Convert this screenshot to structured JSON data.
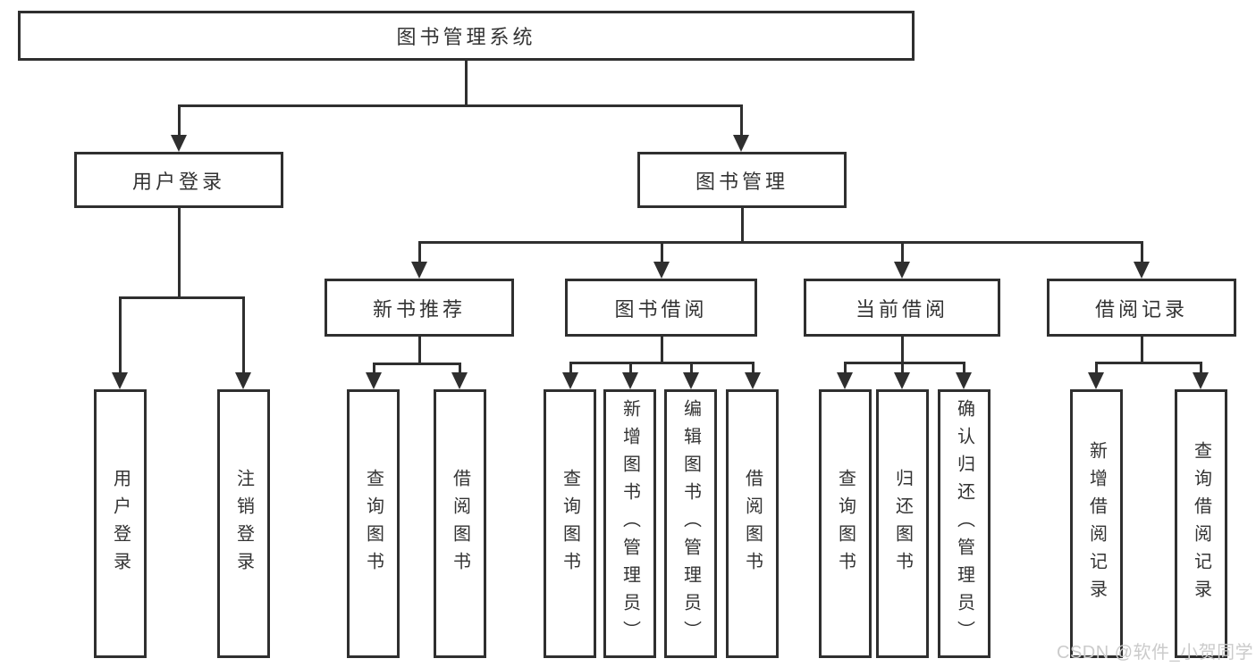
{
  "tree": {
    "root": "图书管理系统",
    "level2": [
      {
        "label": "用户登录",
        "children": [
          "用户登录",
          "注销登录"
        ]
      },
      {
        "label": "图书管理",
        "children": [
          {
            "label": "新书推荐",
            "children": [
              "查询图书",
              "借阅图书"
            ]
          },
          {
            "label": "图书借阅",
            "children": [
              "查询图书",
              "新增图书（管理员）",
              "编辑图书（管理员）",
              "借阅图书"
            ]
          },
          {
            "label": "当前借阅",
            "children": [
              "查询图书",
              "归还图书",
              "确认归还（管理员）"
            ]
          },
          {
            "label": "借阅记录",
            "children": [
              "新增借阅记录",
              "查询借阅记录"
            ]
          }
        ]
      }
    ]
  },
  "watermark": "CSDN @软件_小贺同学",
  "colors": {
    "line": "#2f2f2f",
    "text": "#333333",
    "watermark": "#cbcbcb",
    "background": "#ffffff"
  }
}
